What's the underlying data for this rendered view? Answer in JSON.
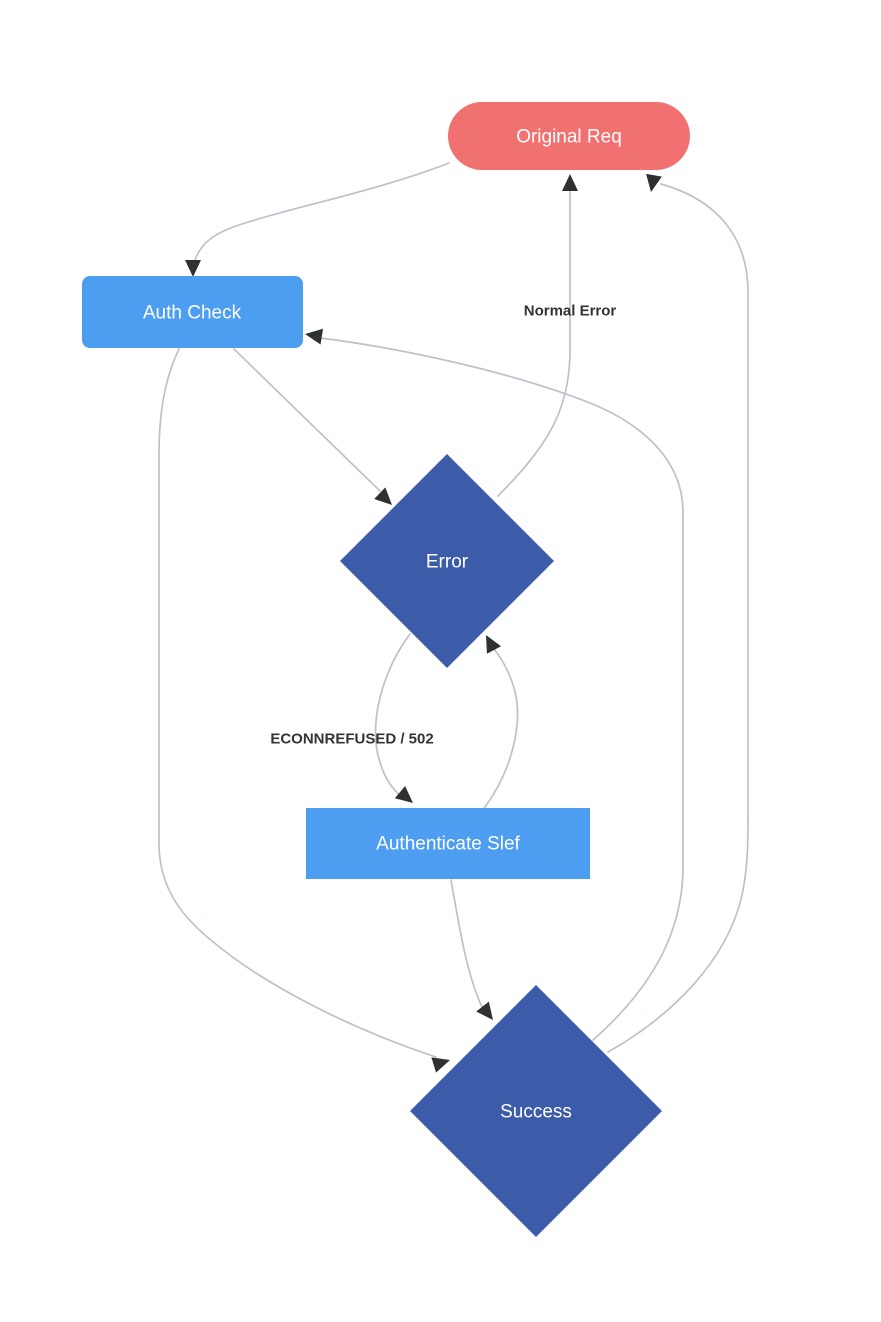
{
  "diagram": {
    "type": "flowchart",
    "background": "#ffffff",
    "nodes": {
      "original_req": {
        "label": "Original Req",
        "shape": "stadium",
        "fill": "#F0716F",
        "text_color": "#ffffff"
      },
      "auth_check": {
        "label": "Auth Check",
        "shape": "rounded-rect",
        "fill": "#4D9EF0",
        "text_color": "#ffffff"
      },
      "error": {
        "label": "Error",
        "shape": "diamond",
        "fill": "#3C5BA9",
        "text_color": "#ffffff"
      },
      "authenticate_slef": {
        "label": "Authenticate Slef",
        "shape": "rect",
        "fill": "#4D9EF0",
        "text_color": "#ffffff"
      },
      "success": {
        "label": "Success",
        "shape": "diamond",
        "fill": "#3C5BA9",
        "text_color": "#ffffff"
      }
    },
    "edge_labels": {
      "normal_error": "Normal Error",
      "econnrefused": "ECONNREFUSED / 502"
    },
    "edges": [
      {
        "from": "original_req",
        "to": "auth_check",
        "label": ""
      },
      {
        "from": "auth_check",
        "to": "error",
        "label": ""
      },
      {
        "from": "error",
        "to": "original_req",
        "label": "Normal Error"
      },
      {
        "from": "error",
        "to": "authenticate_slef",
        "label": "ECONNREFUSED / 502"
      },
      {
        "from": "authenticate_slef",
        "to": "error",
        "label": ""
      },
      {
        "from": "authenticate_slef",
        "to": "success",
        "label": ""
      },
      {
        "from": "auth_check",
        "to": "success",
        "label": ""
      },
      {
        "from": "success",
        "to": "original_req",
        "label": ""
      },
      {
        "from": "success",
        "to": "auth_check",
        "label": ""
      }
    ],
    "colors": {
      "edge_stroke": "#BCC1CD",
      "arrow_fill": "#2F3030",
      "label_color": "#333333"
    }
  }
}
